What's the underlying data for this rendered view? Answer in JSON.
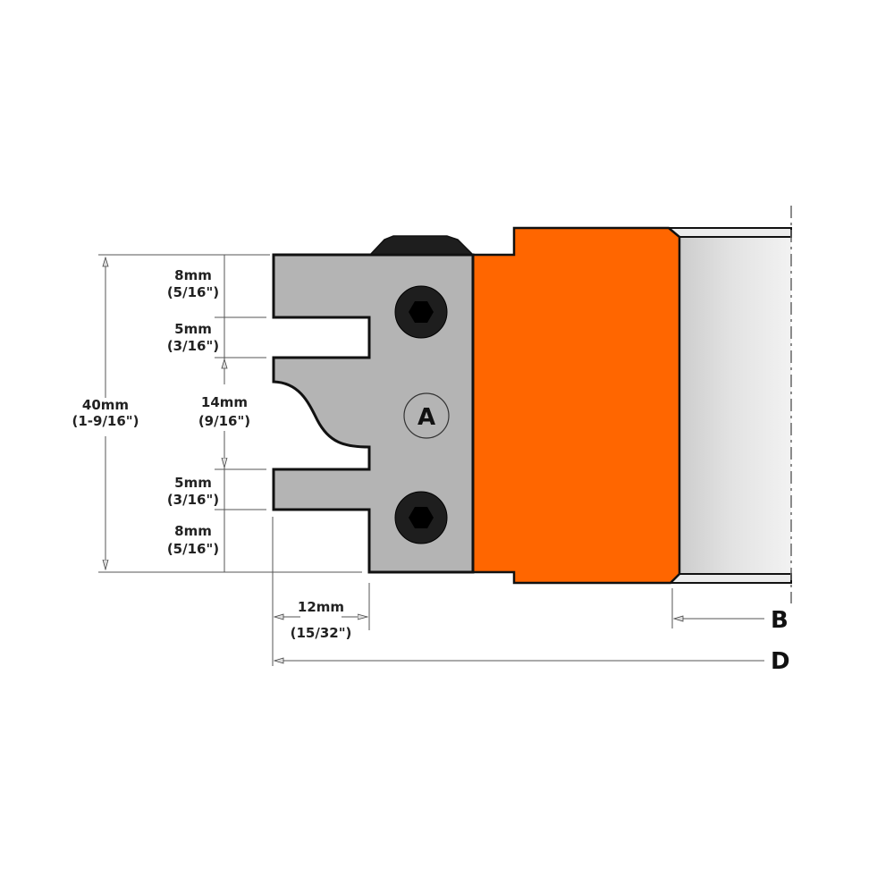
{
  "drawing": {
    "type": "cutter knife profile diagram",
    "colors": {
      "knife": "#b4b4b4",
      "body": "#ff6600",
      "disk": "#e0e0e0",
      "screw": "#1a1a1a",
      "outline": "#111111",
      "dim_line": "#555555"
    },
    "knife_label": "A",
    "dimensions": {
      "total_height": {
        "mm": "40mm",
        "inch": "(1-9/16\")"
      },
      "segments": [
        {
          "mm": "8mm",
          "inch": "(5/16\")"
        },
        {
          "mm": "5mm",
          "inch": "(3/16\")"
        },
        {
          "mm": "14mm",
          "inch": "(9/16\")"
        },
        {
          "mm": "5mm",
          "inch": "(3/16\")"
        },
        {
          "mm": "8mm",
          "inch": "(5/16\")"
        }
      ],
      "profile_depth": {
        "mm": "12mm",
        "inch": "(15/32\")"
      },
      "bore_label": "B",
      "diameter_label": "D"
    }
  }
}
